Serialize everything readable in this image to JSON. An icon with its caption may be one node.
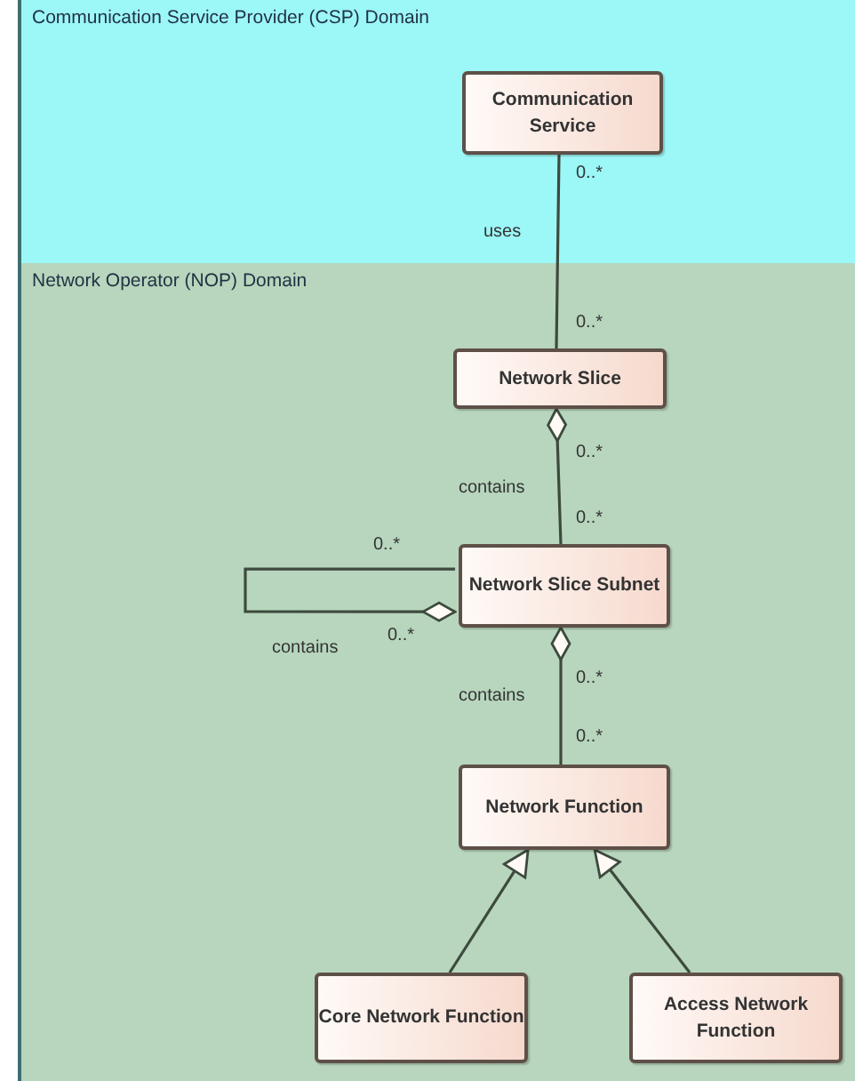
{
  "diagram": {
    "nodes": [
      {
        "text": [
          "Communication Service Provider (CSP) Domain"
        ]
      },
      {
        "text": [
          "Network Operator (NOP) Domain"
        ]
      },
      {
        "text": [
          "Communication Service"
        ],
        "in": 0
      },
      {
        "text": [
          "Network Slice"
        ],
        "in": 1
      },
      {
        "text": [
          "Network Slice Subnet"
        ],
        "in": 1
      },
      {
        "text": [
          "Network Function"
        ],
        "in": 1
      },
      {
        "text": [
          "Core Network Function"
        ],
        "in": 1
      },
      {
        "text": [
          "Access Network Function"
        ],
        "in": 1
      }
    ],
    "edges": [
      {
        "from": 2,
        "to": 3,
        "arrow": "none",
        "label": "uses"
      },
      {
        "from": 3,
        "to": 4,
        "arrow": "other",
        "label": "contains"
      },
      {
        "from": 4,
        "to": 4,
        "arrow": "other",
        "label": "contains"
      },
      {
        "from": 4,
        "to": 5,
        "arrow": "other",
        "label": "contains"
      },
      {
        "from": 6,
        "to": 5,
        "arrow": "to"
      },
      {
        "from": 7,
        "to": 5,
        "arrow": "to"
      }
    ],
    "labels": [
      "0..*",
      "0..*",
      "0..*",
      "0..*",
      "0..*",
      "0..*",
      "0..*",
      "0..*"
    ]
  }
}
